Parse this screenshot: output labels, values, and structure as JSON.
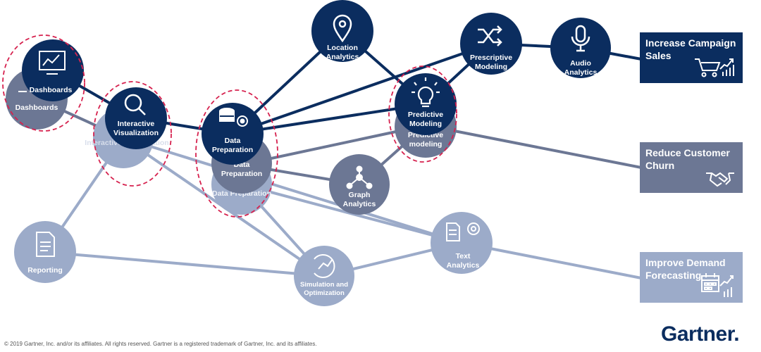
{
  "colors": {
    "dark": "#0b2d5f",
    "mid": "#6c7794",
    "light": "#9cabc9",
    "highlight": "#d6224f"
  },
  "nodes": {
    "dashboards_ghost": "Dashboards",
    "dashboards": "Dashboards",
    "interactive_visualization_ghost": "Interactive Visualization",
    "interactive_visualization": [
      "Interactive",
      "Visualization"
    ],
    "data_preparation_ghost_light": "Data Preparation",
    "data_preparation_ghost_mid": [
      "Data",
      "Preparation"
    ],
    "data_preparation": [
      "Data",
      "Preparation"
    ],
    "location_analytics": [
      "Location",
      "Analytics"
    ],
    "prescriptive_modeling": [
      "Prescriptive",
      "Modeling"
    ],
    "audio_analytics": [
      "Audio",
      "Analytics"
    ],
    "predictive_modeling": [
      "Predictive",
      "Modeling"
    ],
    "predictive_modeling_ghost": [
      "Predictive",
      "modeling"
    ],
    "graph_analytics": [
      "Graph",
      "Analytics"
    ],
    "reporting": "Reporting",
    "simulation_optimization": [
      "Simulation and",
      "Optimization"
    ],
    "text_analytics": [
      "Text",
      "Analytics"
    ]
  },
  "icons": {
    "dashboards": "line-chart-monitor-icon",
    "interactive_visualization": "magnifier-icon",
    "data_preparation": "database-gear-icon",
    "location_analytics": "map-pin-icon",
    "prescriptive_modeling": "shuffle-arrows-icon",
    "audio_analytics": "microphone-icon",
    "predictive_modeling": "lightbulb-icon",
    "graph_analytics": "network-graph-icon",
    "reporting": "document-icon",
    "simulation_optimization": "cycle-chart-icon",
    "text_analytics": "document-gear-icon"
  },
  "outcomes": {
    "campaign": "Increase Campaign\nSales",
    "churn": "Reduce Customer\nChurn",
    "demand": "Improve Demand\nForecasting"
  },
  "outcome_icons": {
    "campaign": "shopping-cart-growth-icon",
    "churn": "handshake-icon",
    "demand": "calendar-growth-icon"
  },
  "footer": {
    "copyright": "© 2019 Gartner, Inc. and/or its affiliates. All rights reserved. Gartner is a registered trademark of Gartner, Inc. and its affiliates.",
    "logo": "Gartner",
    "logo_dot": "."
  }
}
